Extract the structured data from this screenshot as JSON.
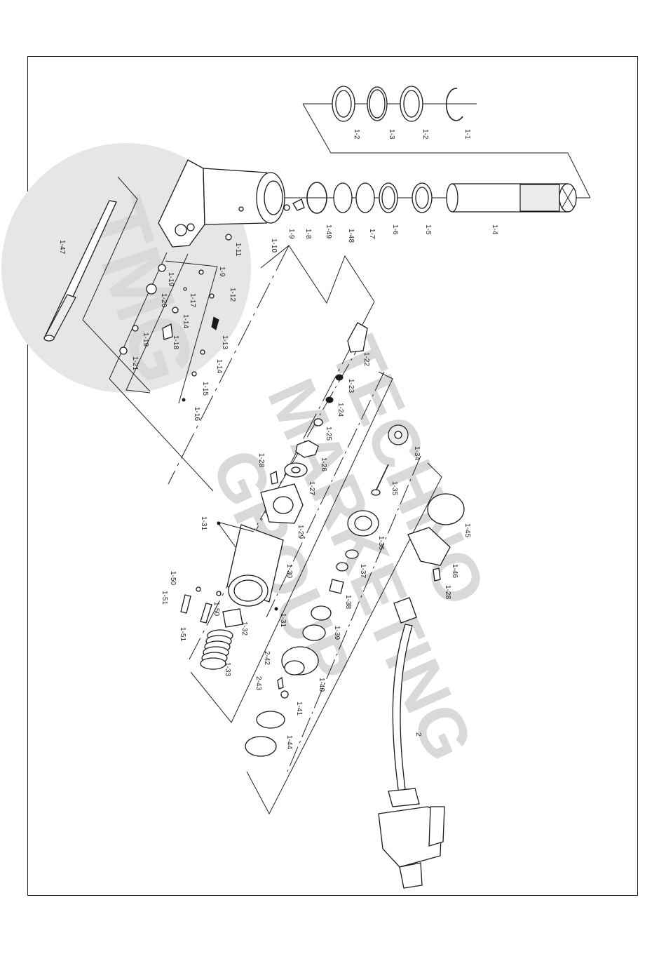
{
  "watermark": {
    "logo_text": "TMG",
    "lines": [
      "TECHNO",
      "MARKETING",
      "GROUP"
    ],
    "color": "#d9d9d9"
  },
  "labels": {
    "l1_1": "1-1",
    "l1_2a": "1-2",
    "l1_3": "1-3",
    "l1_2b": "1-2",
    "l1_4": "1-4",
    "l1_5": "1-5",
    "l1_6": "1-6",
    "l1_7": "1-7",
    "l1_48": "1-48",
    "l1_49": "1-49",
    "l1_8": "1-8",
    "l1_9a": "1-9",
    "l1_10": "1-10",
    "l1_11": "1-11",
    "l1_47": "1-47",
    "l1_19a": "1-19",
    "l1_9b": "1-9",
    "l1_12": "1-12",
    "l1_20": "1-20",
    "l1_17": "1-17",
    "l1_14a": "1-14",
    "l1_13": "1-13",
    "l1_19b": "1-19",
    "l1_18": "1-18",
    "l1_21": "1-21",
    "l1_14b": "1-14",
    "l1_15": "1-15",
    "l1_16": "1-16",
    "l1_22": "1-22",
    "l1_23": "1-23",
    "l1_24": "1-24",
    "l1_25": "1-25",
    "l1_26": "1-26",
    "l1_28a": "1-28",
    "l1_27": "1-27",
    "l1_34": "1-34",
    "l1_35": "1-35",
    "l1_29": "1-29",
    "l1_31a": "1-31",
    "l1_45": "1-45",
    "l1_36": "1-36",
    "l1_30": "1-30",
    "l1_37": "1-37",
    "l1_46": "1-46",
    "l1_28b": "1-28",
    "l1_50a": "1-50",
    "l1_51a": "1-51",
    "l1_50b": "1-50",
    "l1_38": "1-38",
    "l1_31b": "1-31",
    "l1_32": "1-32",
    "l1_51b": "1-51",
    "l1_39": "1-39",
    "l2_42": "2-42",
    "l1_33": "1-33",
    "l1_40": "1-40",
    "l2_43": "2-43",
    "l1_41": "1-41",
    "l2": "2",
    "l1_44": "1-44"
  }
}
